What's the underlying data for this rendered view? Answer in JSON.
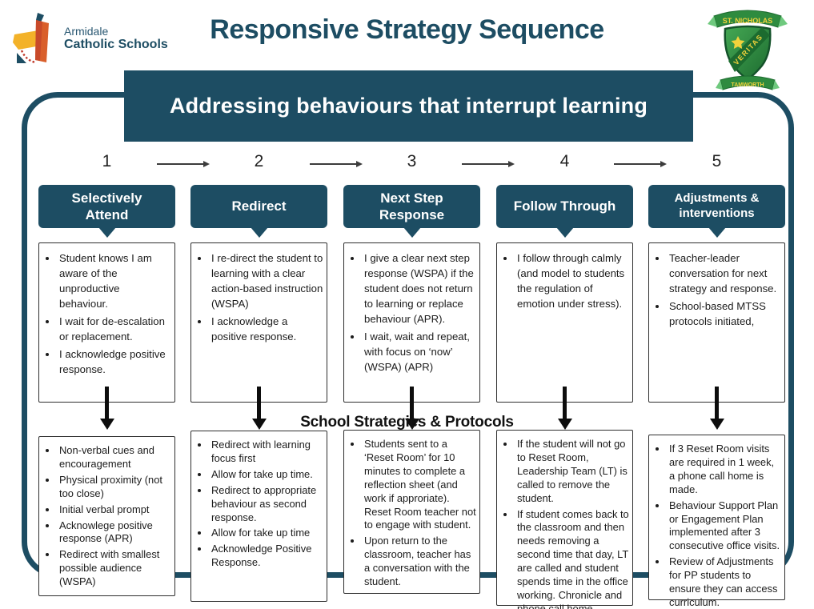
{
  "page": {
    "title": "Responsive Strategy Sequence",
    "banner": "Addressing behaviours that interrupt learning",
    "middle_label": "School Strategies & Protocols"
  },
  "logo": {
    "org_line1": "Armidale",
    "org_line2": "Catholic Schools"
  },
  "crest": {
    "top_ribbon": "ST. NICHOLAS",
    "motto": "VERITAS",
    "bottom_ribbon": "TAMWORTH"
  },
  "colors": {
    "teal": "#1d4d63",
    "logo_yellow": "#f3b229",
    "logo_orange": "#d95f2b",
    "crest_green": "#2e8b3f"
  },
  "columns": [
    {
      "number": "1",
      "header": "Selectively Attend",
      "top_items": [
        "Student knows I am aware of the unproductive behaviour.",
        "I wait for de-escalation or replacement.",
        "I acknowledge positive response."
      ],
      "bottom_items": [
        "Non-verbal cues and encouragement",
        "Physical proximity (not too close)",
        "Initial verbal prompt",
        "Acknowlege positive response (APR)",
        "Redirect with smallest possible audience (WSPA)"
      ]
    },
    {
      "number": "2",
      "header": "Redirect",
      "top_items": [
        "I re-direct the student to learning with a clear action-based instruction (WSPA)",
        "I acknowledge a positive response."
      ],
      "bottom_items": [
        "Redirect with learning focus first",
        "Allow for take up time.",
        "Redirect to appropriate behaviour as second response.",
        "Allow for take up time",
        "Acknowledge Positive Response."
      ]
    },
    {
      "number": "3",
      "header": "Next Step Response",
      "top_items": [
        "I give a clear next step response (WSPA) if the student does not return to learning or replace behaviour (APR).",
        "I wait, wait and repeat, with focus on ‘now’ (WSPA) (APR)"
      ],
      "bottom_items": [
        "Students sent to a ‘Reset Room’ for 10 minutes to complete a reflection sheet (and work if approriate). Reset Room teacher not to engage with student.",
        "Upon return to the classroom, teacher has a conversation with the student."
      ]
    },
    {
      "number": "4",
      "header": "Follow Through",
      "top_items": [
        "I follow through calmly (and model to students the regulation of emotion under stress)."
      ],
      "bottom_items": [
        "If the student will not go to Reset Room, Leadership Team (LT) is called to remove the student.",
        "If student comes back to the classroom and then needs removing a second time that day, LT are called and student spends time in the office working. Chronicle and phone call home."
      ]
    },
    {
      "number": "5",
      "header": "Adjustments & interventions",
      "top_items": [
        "Teacher-leader conversation for next strategy and response.",
        "School-based MTSS protocols initiated,"
      ],
      "bottom_items": [
        "If 3 Reset Room visits are required in 1 week, a phone call home is made.",
        "Behaviour Support Plan or Engagement Plan implemented after 3 consecutive office visits.",
        "Review of Adjustments for PP students to ensure they can access curriculum."
      ]
    }
  ]
}
